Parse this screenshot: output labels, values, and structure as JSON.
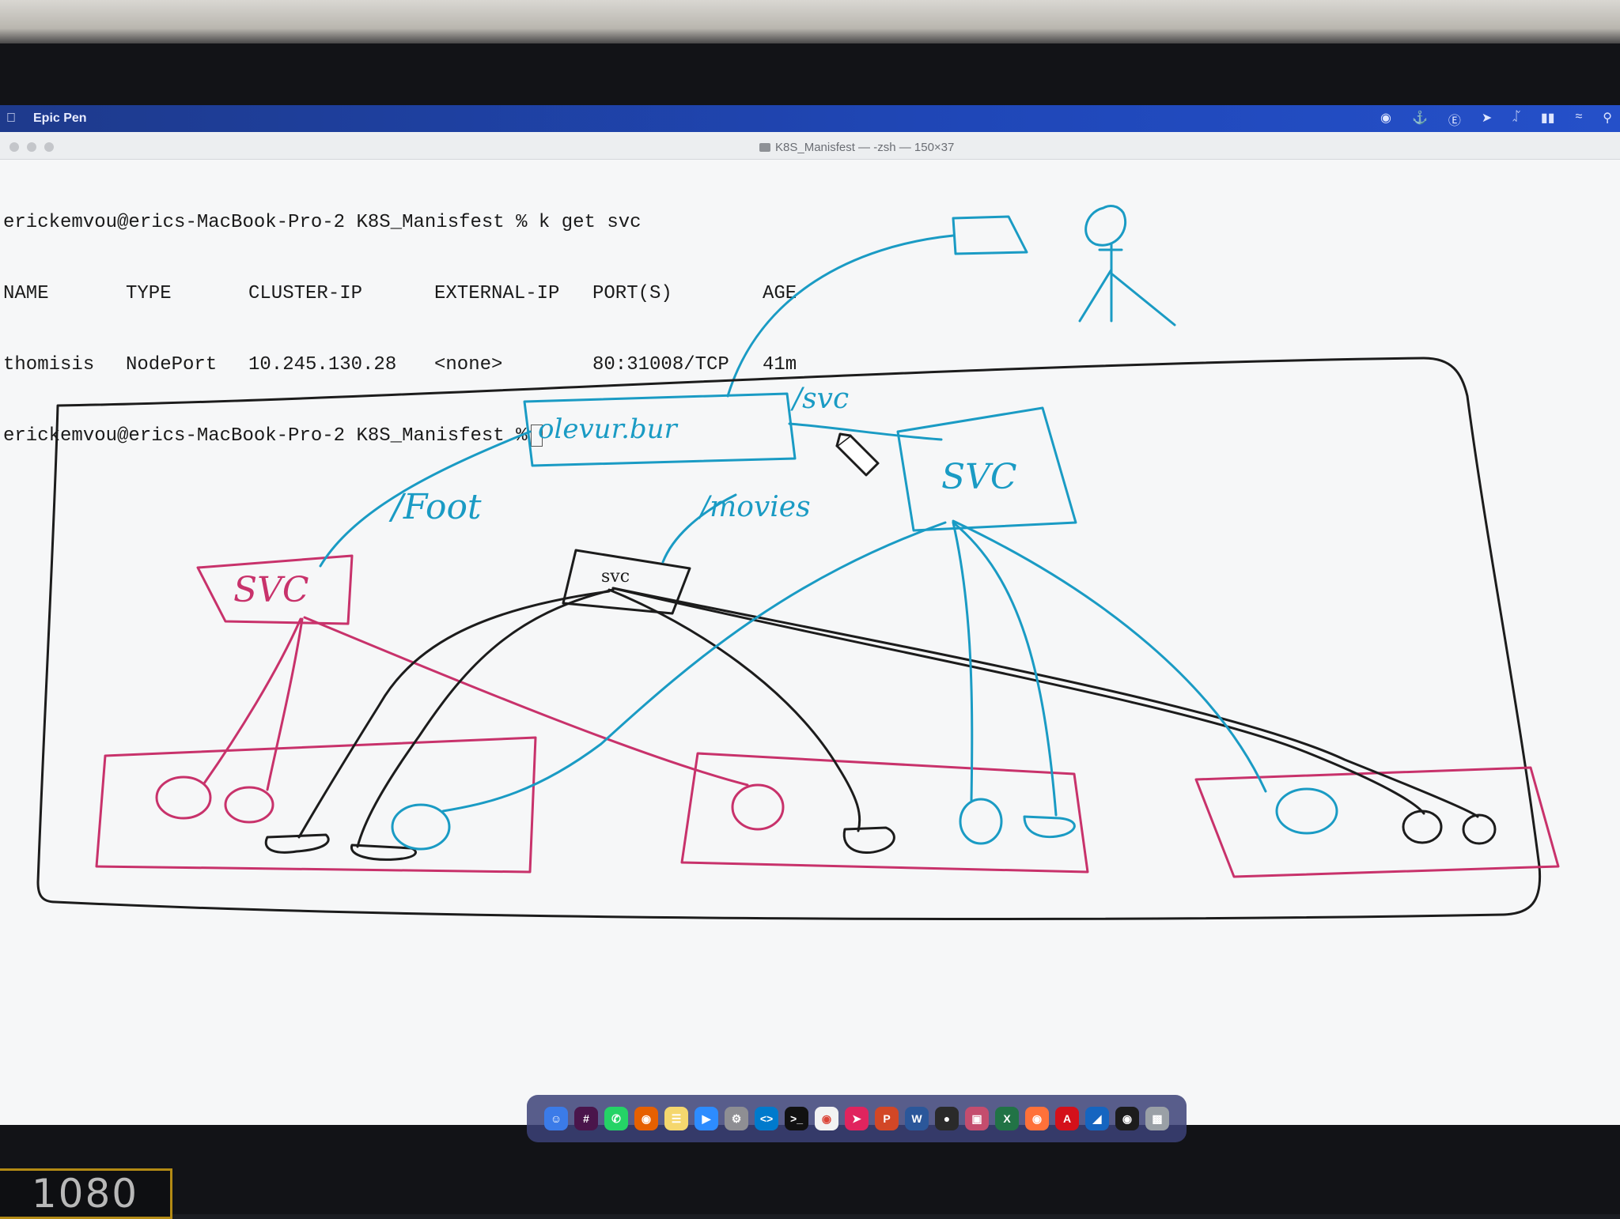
{
  "menubar": {
    "app_name": "Epic Pen",
    "status_icons": [
      "lastpass-icon",
      "docker-icon",
      "onepassword-icon",
      "shortcut-icon",
      "bluetooth-icon",
      "battery-icon",
      "wifi-icon",
      "search-icon"
    ]
  },
  "terminal": {
    "window_title": "K8S_Manisfest — -zsh — 150×37",
    "line1": "erickemvou@erics-MacBook-Pro-2 K8S_Manisfest % k get svc",
    "headers": [
      "NAME",
      "TYPE",
      "CLUSTER-IP",
      "EXTERNAL-IP",
      "PORT(S)",
      "AGE"
    ],
    "row": [
      "thomisis",
      "NodePort",
      "10.245.130.28",
      "<none>",
      "80:31008/TCP",
      "41m"
    ],
    "prompt": "erickemvou@erics-MacBook-Pro-2 K8S_Manisfest %"
  },
  "sketch": {
    "ingress_label": "olevur.bur",
    "svc_left": "SVC",
    "svc_right": "SVC",
    "svc_middle": "svc",
    "path_root": "/Foot",
    "path_movies": "/movies",
    "path_svc": "/svc",
    "colors": {
      "blue": "#1a9bc4",
      "red": "#c8326b",
      "black": "#1c1c1c"
    }
  },
  "dock": {
    "apps": [
      "finder-icon",
      "slack-icon",
      "whatsapp-icon",
      "firefox-icon",
      "notes-icon",
      "zoom-icon",
      "settings-icon",
      "vscode-icon",
      "terminal-icon",
      "chrome-icon",
      "send-icon",
      "powerpoint-icon",
      "word-icon",
      "app-icon",
      "preview-icon",
      "excel-icon",
      "firefox-dev-icon",
      "acrobat-icon",
      "app-blue-icon",
      "lens-icon",
      "trash-icon"
    ]
  },
  "monitor": {
    "resolution": "1080"
  }
}
